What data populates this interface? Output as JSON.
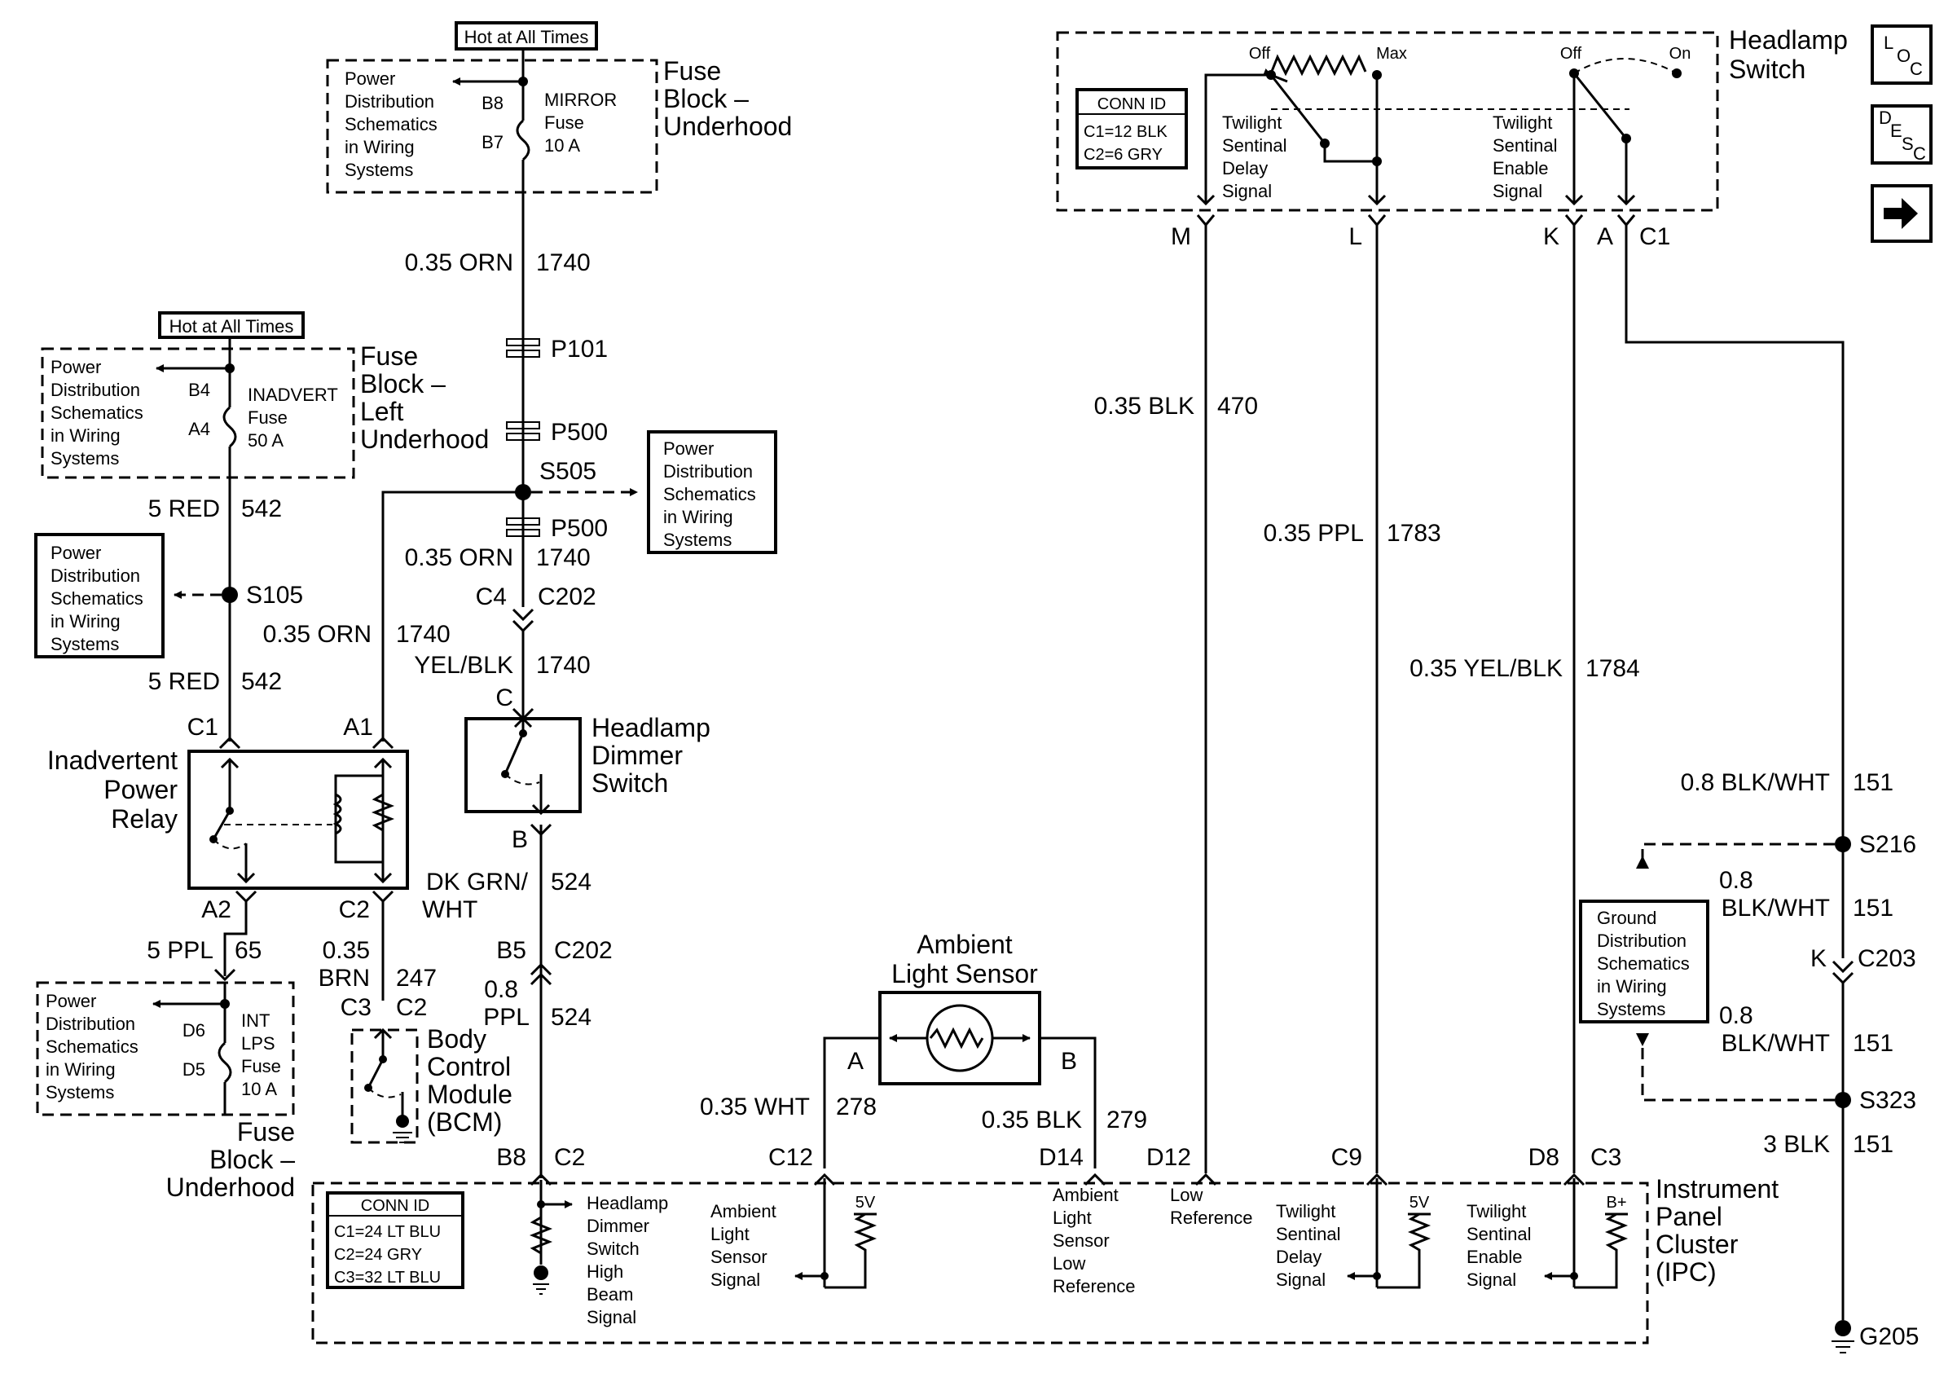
{
  "top_fuse": {
    "hot": "Hot at All Times",
    "pd": [
      "Power",
      "Distribution",
      "Schematics",
      "in Wiring",
      "Systems"
    ],
    "pin_top": "B8",
    "pin_bottom": "B7",
    "fuse": [
      "MIRROR",
      "Fuse",
      "10 A"
    ],
    "block": [
      "Fuse",
      "Block –",
      "Underhood"
    ]
  },
  "left_fuse": {
    "hot": "Hot at All Times",
    "pd": [
      "Power",
      "Distribution",
      "Schematics",
      "in Wiring",
      "Systems"
    ],
    "pin_top": "B4",
    "pin_bottom": "A4",
    "fuse": [
      "INADVERT",
      "Fuse",
      "50 A"
    ],
    "block": [
      "Fuse",
      "Block –",
      "Left",
      "Underhood"
    ]
  },
  "wires": {
    "w1740_gauge": "0.35 ORN",
    "w1740_circuit": "1740",
    "p101": "P101",
    "p500a": "P500",
    "s505": "S505",
    "p500b": "P500",
    "w1740b_gauge": "0.35 ORN",
    "w1740b_circuit": "1740",
    "c4": "C4",
    "c202": "C202",
    "yel_gauge": "YEL/BLK",
    "yel_circuit": "1740",
    "dimmer_c": "C",
    "w542a_gauge": "5 RED",
    "w542a_circuit": "542",
    "s105": "S105",
    "w1740c_gauge": "0.35 ORN",
    "w1740c_circuit": "1740",
    "w542b_gauge": "5 RED",
    "w542b_circuit": "542",
    "relay_c1": "C1",
    "relay_a1": "A1",
    "relay_a2": "A2",
    "relay_c2": "C2",
    "w65_gauge": "5 PPL",
    "w65_circuit": "65",
    "brn_gauge": [
      "0.35",
      "BRN"
    ],
    "brn_circuit": "247",
    "bcm_c3": "C3",
    "bcm_c2": "C2",
    "dimmer_b": "B",
    "dkgrn_gauge": [
      "DK GRN/",
      "WHT"
    ],
    "dkgrn_circuit": "524",
    "b5": "B5",
    "c202b": "C202",
    "ppl_gauge": [
      "0.8",
      "PPL"
    ],
    "ppl_circuit": "524",
    "b8": "B8",
    "c2_ipc": "C2"
  },
  "pd_s505": [
    "Power",
    "Distribution",
    "Schematics",
    "in Wiring",
    "Systems"
  ],
  "pd_s105": [
    "Power",
    "Distribution",
    "Schematics",
    "in Wiring",
    "Systems"
  ],
  "pd_int": [
    "Power",
    "Distribution",
    "Schematics",
    "in Wiring",
    "Systems"
  ],
  "int_fuse": {
    "pin_top": "D6",
    "pin_bottom": "D5",
    "fuse": [
      "INT",
      "LPS",
      "Fuse",
      "10 A"
    ],
    "block": [
      "Fuse",
      "Block –",
      "Underhood"
    ]
  },
  "relay_name": [
    "Inadvertent",
    "Power",
    "Relay"
  ],
  "dimmer_name": [
    "Headlamp",
    "Dimmer",
    "Switch"
  ],
  "bcm_name": [
    "Body",
    "Control",
    "Module",
    "(BCM)"
  ],
  "headlamp_switch": {
    "name": [
      "Headlamp",
      "Switch"
    ],
    "conn_title": "CONN ID",
    "conn": [
      "C1=12 BLK",
      "C2=6 GRY"
    ],
    "off1": "Off",
    "max": "Max",
    "off2": "Off",
    "on": "On",
    "delay_label": [
      "Twilight",
      "Sentinal",
      "Delay",
      "Signal"
    ],
    "enable_label": [
      "Twilight",
      "Sentinal",
      "Enable",
      "Signal"
    ],
    "pin_m": "M",
    "pin_l": "L",
    "pin_k": "K",
    "pin_a": "A",
    "c1": "C1"
  },
  "right_wires": {
    "blk470_gauge": "0.35 BLK",
    "blk470_circuit": "470",
    "ppl1783_gauge": "0.35 PPL",
    "ppl1783_circuit": "1783",
    "yel1784_gauge": "0.35 YEL/BLK",
    "yel1784_circuit": "1784",
    "bw151a_gauge": "0.8 BLK/WHT",
    "bw151a_circuit": "151",
    "s216": "S216",
    "bw151b_gauge": [
      "0.8",
      "BLK/WHT"
    ],
    "bw151b_circuit": "151",
    "k": "K",
    "c203": "C203",
    "bw151c_gauge": [
      "0.8",
      "BLK/WHT"
    ],
    "bw151c_circuit": "151",
    "s323": "S323",
    "blk151_gauge": "3 BLK",
    "blk151_circuit": "151",
    "g205": "G205"
  },
  "ground_dist": [
    "Ground",
    "Distribution",
    "Schematics",
    "in Wiring",
    "Systems"
  ],
  "sensor": {
    "name": [
      "Ambient",
      "Light Sensor"
    ],
    "pin_a": "A",
    "pin_b": "B",
    "wht_gauge": "0.35 WHT",
    "wht_circuit": "278",
    "blk_gauge": "0.35 BLK",
    "blk_circuit": "279"
  },
  "ipc": {
    "name": [
      "Instrument",
      "Panel",
      "Cluster",
      "(IPC)"
    ],
    "conn_title": "CONN ID",
    "conn": [
      "C1=24 LT BLU",
      "C2=24 GRY",
      "C3=32 LT BLU"
    ],
    "c12": "C12",
    "d14": "D14",
    "d12": "D12",
    "c9": "C9",
    "d8": "D8",
    "c3": "C3",
    "hb_label": [
      "Headlamp",
      "Dimmer",
      "Switch",
      "High",
      "Beam",
      "Signal"
    ],
    "als_label": [
      "Ambient",
      "Light",
      "Sensor",
      "Signal"
    ],
    "lowref_label": [
      "Ambient",
      "Light",
      "Sensor",
      "Low",
      "Reference"
    ],
    "low_label": [
      "Low",
      "Reference"
    ],
    "delay_label": [
      "Twilight",
      "Sentinal",
      "Delay",
      "Signal"
    ],
    "enable_label": [
      "Twilight",
      "Sentinal",
      "Enable",
      "Signal"
    ],
    "v5a": "5V",
    "v5b": "5V",
    "bplus": "B+"
  },
  "nav": {
    "loc": [
      "L",
      "O",
      "C"
    ],
    "desc": [
      "D",
      "E",
      "S",
      "C"
    ],
    "next_icon": "arrow-right-icon"
  }
}
